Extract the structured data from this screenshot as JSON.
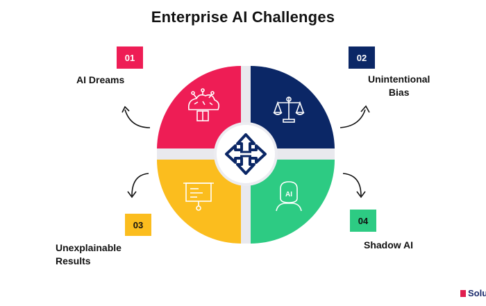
{
  "title": "Enterprise AI Challenges",
  "colors": {
    "pink": "#ee1d55",
    "navy": "#0b2766",
    "yellow": "#fbbd1e",
    "green": "#2dcb83",
    "brand_red": "#e01e4f"
  },
  "items": [
    {
      "number": "01",
      "label_lines": [
        "AI Dreams"
      ],
      "icon": "mushroom-cloud-brain-icon"
    },
    {
      "number": "02",
      "label_lines": [
        "Unintentional",
        "Bias"
      ],
      "icon": "balance-scale-icon"
    },
    {
      "number": "03",
      "label_lines": [
        "Unexplainable",
        "Results"
      ],
      "icon": "presentation-board-icon"
    },
    {
      "number": "04",
      "label_lines": [
        "Shadow AI"
      ],
      "icon": "ai-person-icon"
    }
  ],
  "center_icon": "compass-arrows-icon",
  "brand": {
    "text": "Solu"
  }
}
